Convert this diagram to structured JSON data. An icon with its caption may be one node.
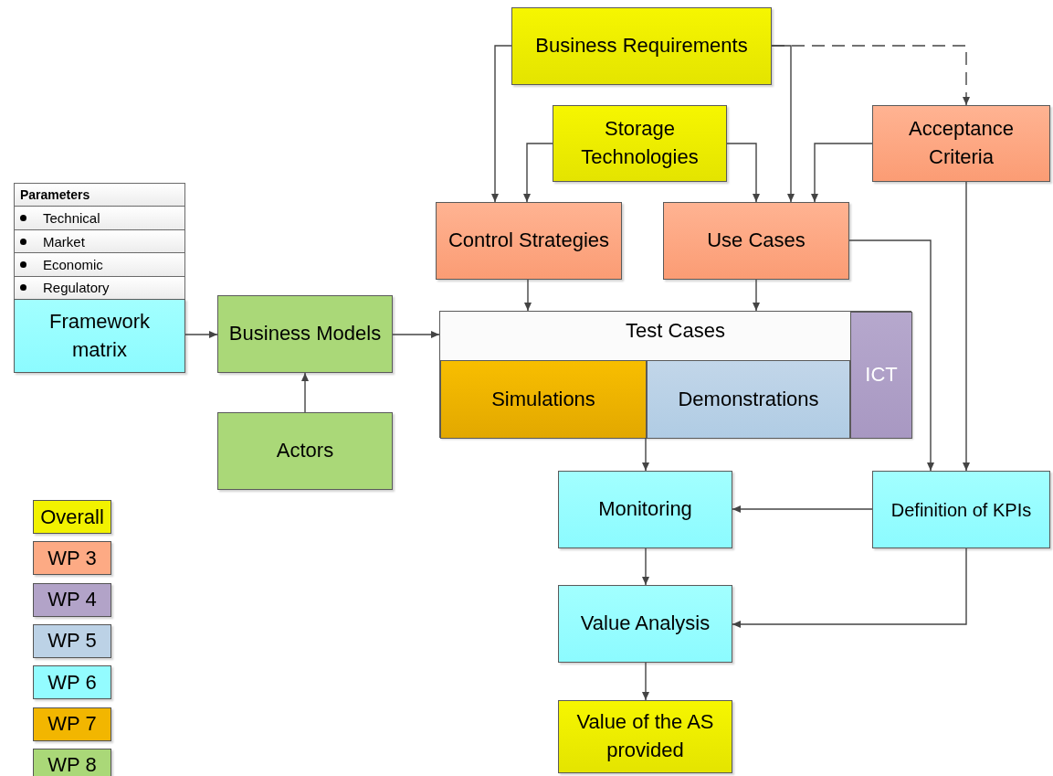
{
  "diagram": {
    "nodes": [
      {
        "text": [
          "Business Requirements"
        ]
      },
      {
        "text": [
          "Storage Technologies"
        ]
      },
      {
        "text": [
          "Acceptance Criteria"
        ]
      },
      {
        "text": [
          "Control Strategies"
        ]
      },
      {
        "text": [
          "Use Cases"
        ]
      },
      {
        "text": [
          "Parameters",
          "Technical",
          "Market",
          "Economic",
          "Regulatory"
        ]
      },
      {
        "text": [
          "Framework matrix"
        ]
      },
      {
        "text": [
          "Business Models"
        ]
      },
      {
        "text": [
          "Actors"
        ]
      },
      {
        "text": [
          "Test Cases"
        ]
      },
      {
        "text": [
          "Simulations"
        ],
        "in": 9
      },
      {
        "text": [
          "Demonstrations"
        ],
        "in": 9
      },
      {
        "text": [
          "ICT"
        ],
        "in": 9
      },
      {
        "text": [
          "Monitoring"
        ]
      },
      {
        "text": [
          "Definition of KPIs"
        ]
      },
      {
        "text": [
          "Value Analysis"
        ]
      },
      {
        "text": [
          "Value of the AS provided"
        ]
      }
    ],
    "edges": [
      {
        "from": 0,
        "to": 3,
        "arrow": "to"
      },
      {
        "from": 0,
        "to": 4,
        "arrow": "to"
      },
      {
        "from": 0,
        "to": 2,
        "arrow": "to",
        "style": "dashed"
      },
      {
        "from": 1,
        "to": 3,
        "arrow": "to"
      },
      {
        "from": 1,
        "to": 4,
        "arrow": "to"
      },
      {
        "from": 2,
        "to": 4,
        "arrow": "to"
      },
      {
        "from": 2,
        "to": 14,
        "arrow": "to"
      },
      {
        "from": 4,
        "to": 14,
        "arrow": "to"
      },
      {
        "from": 3,
        "to": 9,
        "arrow": "to"
      },
      {
        "from": 4,
        "to": 9,
        "arrow": "to"
      },
      {
        "from": 6,
        "to": 7,
        "arrow": "to"
      },
      {
        "from": 8,
        "to": 7,
        "arrow": "to"
      },
      {
        "from": 7,
        "to": 9,
        "arrow": "to"
      },
      {
        "from": 9,
        "to": 13,
        "arrow": "to"
      },
      {
        "from": 14,
        "to": 13,
        "arrow": "to"
      },
      {
        "from": 13,
        "to": 15,
        "arrow": "to"
      },
      {
        "from": 14,
        "to": 15,
        "arrow": "to"
      },
      {
        "from": 15,
        "to": 16,
        "arrow": "to"
      }
    ],
    "legend": [
      {
        "text": "Overall",
        "color": "#f2f200"
      },
      {
        "text": "WP 3",
        "color": "#fdaa84"
      },
      {
        "text": "WP 4",
        "color": "#b2a3c8"
      },
      {
        "text": "WP 5",
        "color": "#bcd2e6"
      },
      {
        "text": "WP 6",
        "color": "#93fcff"
      },
      {
        "text": "WP 7",
        "color": "#f2b600"
      },
      {
        "text": "WP 8",
        "color": "#aad878"
      }
    ]
  }
}
